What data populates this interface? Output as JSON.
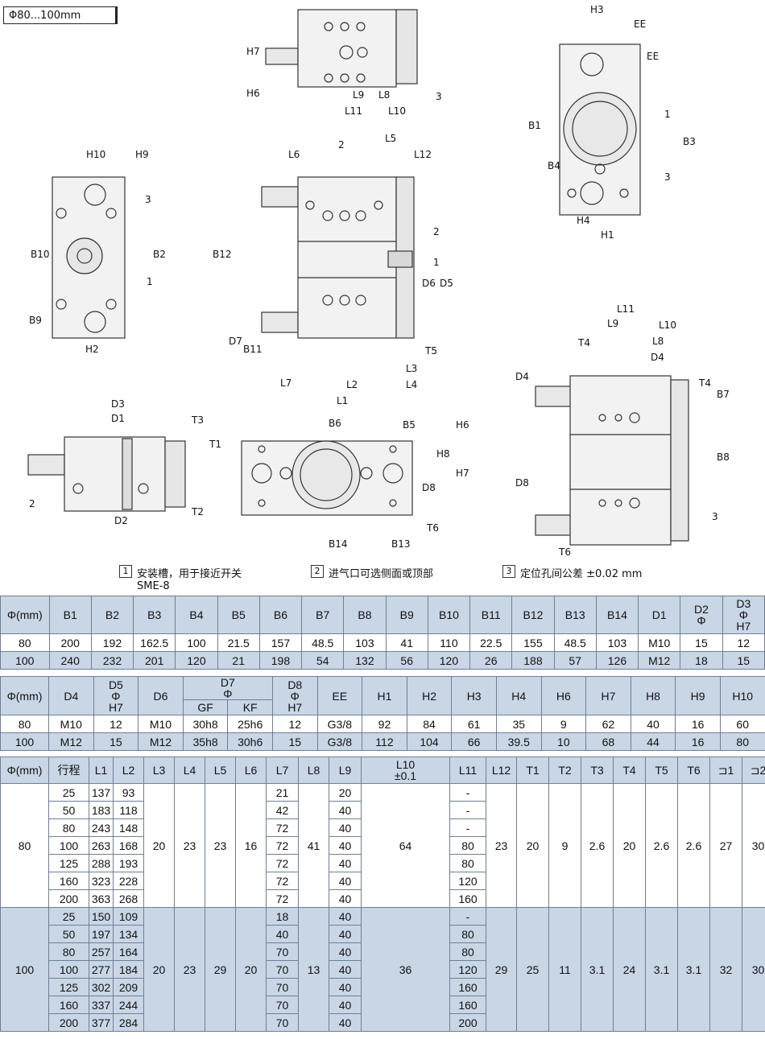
{
  "size_label": "Φ80...100mm",
  "legend": [
    {
      "num": "1",
      "text": "安装槽，用于接近开关",
      "sub": "SME-8"
    },
    {
      "num": "2",
      "text": "进气口可选侧面或顶部",
      "sub": ""
    },
    {
      "num": "3",
      "text": "定位孔间公差 ±0.02 mm",
      "sub": ""
    }
  ],
  "drawing_labels": {
    "top": [
      "H7",
      "H6",
      "L9",
      "L8",
      "L11",
      "L10",
      "3"
    ],
    "side_right": [
      "H3",
      "EE",
      "EE",
      "1",
      "3",
      "B1",
      "B3",
      "B4",
      "H4",
      "H1"
    ],
    "left": [
      "H10",
      "H9",
      "3",
      "B10",
      "B2",
      "1",
      "B9",
      "H2"
    ],
    "center": [
      "2",
      "L6",
      "L5",
      "L12",
      "B12",
      "2",
      "1",
      "D6",
      "D5",
      "D7",
      "B11",
      "T5",
      "L3",
      "L7",
      "L2",
      "L4",
      "L1"
    ],
    "bottom_left": [
      "D3",
      "D1",
      "T3",
      "T1",
      "2",
      "T2",
      "D2"
    ],
    "bottom_mid": [
      "B6",
      "B5",
      "H6",
      "H8",
      "H7",
      "D8",
      "T6",
      "B14",
      "B13"
    ],
    "bottom_right": [
      "L11",
      "L9",
      "L10",
      "T4",
      "L8",
      "D4",
      "D4",
      "T4",
      "B7",
      "B8",
      "D8",
      "3",
      "T6"
    ]
  },
  "table1": {
    "headers": [
      "Φ(mm)",
      "B1",
      "B2",
      "B3",
      "B4",
      "B5",
      "B6",
      "B7",
      "B8",
      "B9",
      "B10",
      "B11",
      "B12",
      "B13",
      "B14",
      "D1",
      "D2\nΦ",
      "D3\nΦ\nH7"
    ],
    "rows": [
      [
        "80",
        "200",
        "192",
        "162.5",
        "100",
        "21.5",
        "157",
        "48.5",
        "103",
        "41",
        "110",
        "22.5",
        "155",
        "48.5",
        "103",
        "M10",
        "15",
        "12"
      ],
      [
        "100",
        "240",
        "232",
        "201",
        "120",
        "21",
        "198",
        "54",
        "132",
        "56",
        "120",
        "26",
        "188",
        "57",
        "126",
        "M12",
        "18",
        "15"
      ]
    ]
  },
  "table2": {
    "headers": [
      "Φ(mm)",
      "D4",
      "D5\nΦ\nH7",
      "D6",
      "D7\nΦ",
      "D8\nΦ\nH7",
      "EE",
      "H1",
      "H2",
      "H3",
      "H4",
      "H6",
      "H7",
      "H8",
      "H9",
      "H10"
    ],
    "sub_headers": [
      "GF",
      "KF"
    ],
    "rows": [
      [
        "80",
        "M10",
        "12",
        "M10",
        "30h8",
        "25h6",
        "12",
        "G3/8",
        "92",
        "84",
        "61",
        "35",
        "9",
        "62",
        "40",
        "16",
        "60"
      ],
      [
        "100",
        "M12",
        "15",
        "M12",
        "35h8",
        "30h6",
        "15",
        "G3/8",
        "112",
        "104",
        "66",
        "39.5",
        "10",
        "68",
        "44",
        "16",
        "80"
      ]
    ]
  },
  "table3": {
    "headers": [
      "Φ(mm)",
      "行程",
      "L1",
      "L2",
      "L3",
      "L4",
      "L5",
      "L6",
      "L7",
      "L8",
      "L9",
      "L10\n±0.1",
      "L11",
      "L12",
      "T1",
      "T2",
      "T3",
      "T4",
      "T5",
      "T6",
      "⊐1",
      "⊐2"
    ],
    "groups": [
      {
        "phi": "80",
        "L3": "20",
        "L4": "23",
        "L5": "23",
        "L6": "16",
        "L8": "41",
        "L10": "64",
        "L12": "23",
        "T1": "20",
        "T2": "9",
        "T3": "2.6",
        "T4": "20",
        "T5": "2.6",
        "T6": "2.6",
        "W1": "27",
        "W2": "30",
        "rows": [
          {
            "stroke": "25",
            "L1": "137",
            "L2": "93",
            "L7": "21",
            "L9": "20",
            "L11": "-"
          },
          {
            "stroke": "50",
            "L1": "183",
            "L2": "118",
            "L7": "42",
            "L9": "40",
            "L11": "-"
          },
          {
            "stroke": "80",
            "L1": "243",
            "L2": "148",
            "L7": "72",
            "L9": "40",
            "L11": "-"
          },
          {
            "stroke": "100",
            "L1": "263",
            "L2": "168",
            "L7": "72",
            "L9": "40",
            "L11": "80"
          },
          {
            "stroke": "125",
            "L1": "288",
            "L2": "193",
            "L7": "72",
            "L9": "40",
            "L11": "80"
          },
          {
            "stroke": "160",
            "L1": "323",
            "L2": "228",
            "L7": "72",
            "L9": "40",
            "L11": "120"
          },
          {
            "stroke": "200",
            "L1": "363",
            "L2": "268",
            "L7": "72",
            "L9": "40",
            "L11": "160"
          }
        ]
      },
      {
        "phi": "100",
        "L3": "20",
        "L4": "23",
        "L5": "29",
        "L6": "20",
        "L8": "13",
        "L10": "36",
        "L12": "29",
        "T1": "25",
        "T2": "11",
        "T3": "3.1",
        "T4": "24",
        "T5": "3.1",
        "T6": "3.1",
        "W1": "32",
        "W2": "30",
        "rows": [
          {
            "stroke": "25",
            "L1": "150",
            "L2": "109",
            "L7": "18",
            "L9": "40",
            "L11": "-"
          },
          {
            "stroke": "50",
            "L1": "197",
            "L2": "134",
            "L7": "40",
            "L9": "40",
            "L11": "80"
          },
          {
            "stroke": "80",
            "L1": "257",
            "L2": "164",
            "L7": "70",
            "L9": "40",
            "L11": "80"
          },
          {
            "stroke": "100",
            "L1": "277",
            "L2": "184",
            "L7": "70",
            "L9": "40",
            "L11": "120"
          },
          {
            "stroke": "125",
            "L1": "302",
            "L2": "209",
            "L7": "70",
            "L9": "40",
            "L11": "160"
          },
          {
            "stroke": "160",
            "L1": "337",
            "L2": "244",
            "L7": "70",
            "L9": "40",
            "L11": "160"
          },
          {
            "stroke": "200",
            "L1": "377",
            "L2": "284",
            "L7": "70",
            "L9": "40",
            "L11": "200"
          }
        ]
      }
    ]
  }
}
